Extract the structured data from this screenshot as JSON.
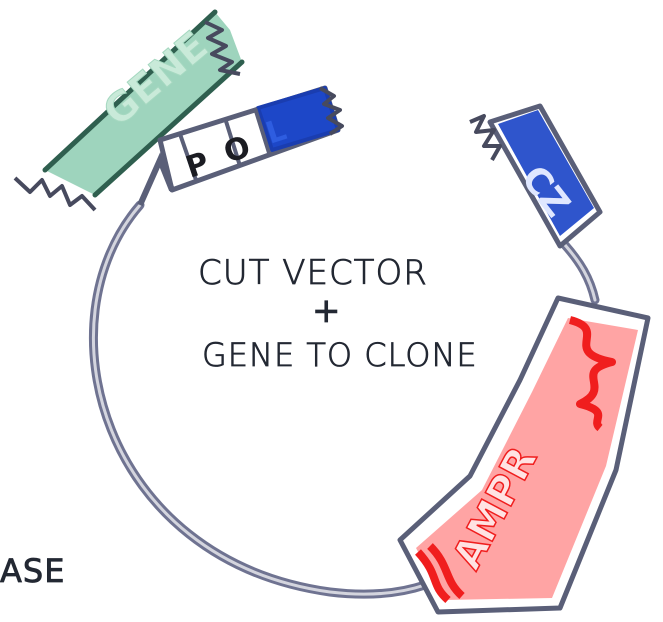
{
  "title": {
    "line1": "CUT VECTOR",
    "line2": "+",
    "line3": "GENE TO CLONE"
  },
  "gene_fragment": {
    "label": "GENE"
  },
  "promoter_segment": {
    "label_p": "P",
    "label_o": "O",
    "label_l": "L"
  },
  "lacz_segment": {
    "label": "CZ"
  },
  "ampr_segment": {
    "label": "AMPR"
  },
  "corner_text": {
    "label": "ASE"
  },
  "colors": {
    "plasmid": "#6f7391",
    "gene": "#7fc2a6",
    "gene_outline": "#2f5f4f",
    "blue": "#1d47c8",
    "red": "#f01e1e",
    "ink": "#232833",
    "marker_gray": "#5a5f78"
  }
}
